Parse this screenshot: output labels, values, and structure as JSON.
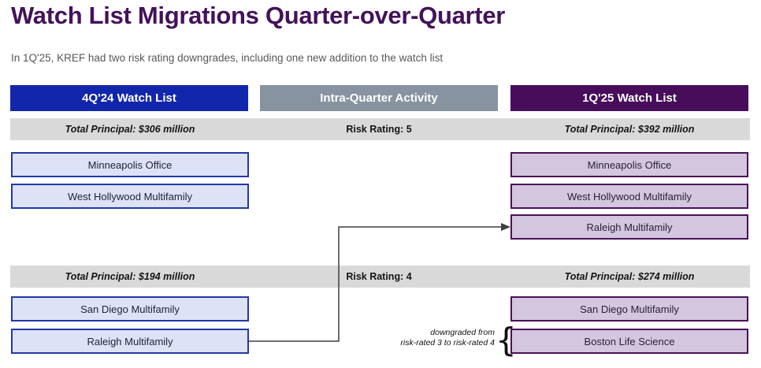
{
  "page": {
    "title": "Watch List Migrations Quarter-over-Quarter",
    "subtitle": "In 1Q'25, KREF had two risk rating downgrades, including one new addition to the watch list"
  },
  "columns": {
    "left": {
      "header": "4Q'24 Watch List"
    },
    "middle": {
      "header": "Intra-Quarter Activity"
    },
    "right": {
      "header": "1Q'25 Watch List"
    }
  },
  "sections": [
    {
      "left_total": "Total Principal: $306 million",
      "middle_label": "Risk Rating: 5",
      "right_total": "Total Principal: $392 million",
      "left_items": [
        "Minneapolis Office",
        "West Hollywood Multifamily"
      ],
      "right_items": [
        "Minneapolis Office",
        "West Hollywood Multifamily",
        "Raleigh Multifamily"
      ]
    },
    {
      "left_total": "Total Principal: $194 million",
      "middle_label": "Risk Rating: 4",
      "right_total": "Total Principal: $274 million",
      "left_items": [
        "San Diego Multifamily",
        "Raleigh Multifamily"
      ],
      "right_items": [
        "San Diego Multifamily",
        "Boston Life Science"
      ]
    }
  ],
  "annotation": {
    "line1": "downgraded from",
    "line2": "risk-rated 3 to risk-rated 4",
    "brace": "{"
  },
  "colors": {
    "title_purple": "#431259",
    "header_blue": "#1226AC",
    "header_gray": "#8793A0",
    "header_purple": "#470D5A",
    "band_gray": "#D9D9D9",
    "box_blue_fill": "#DEE2F6",
    "box_blue_border": "#2139A8",
    "box_purple_fill": "#D3C6DE",
    "box_purple_border": "#4A1258",
    "arrow": "#3F3F3F"
  }
}
